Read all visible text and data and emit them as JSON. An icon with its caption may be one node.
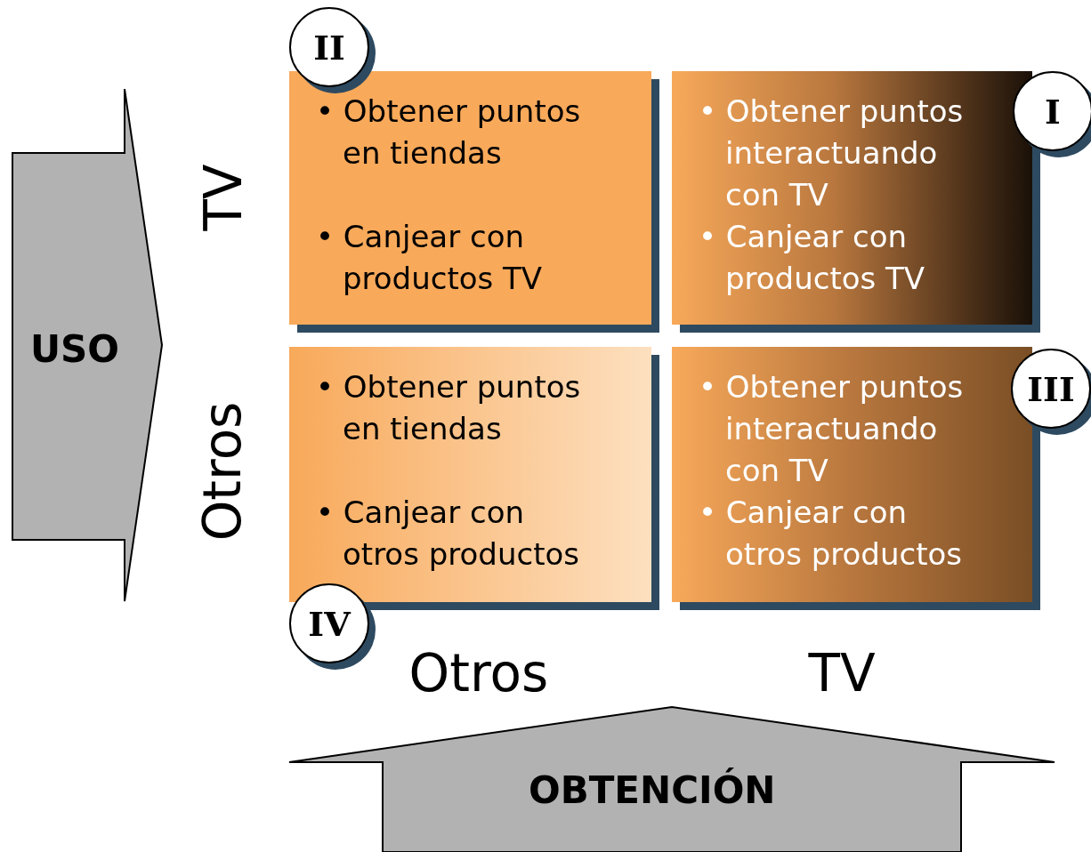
{
  "diagram": {
    "nodes": [
      {
        "text": [
          "USO"
        ]
      },
      {
        "text": [
          "II"
        ]
      },
      {
        "text": [
          "• Obtener puntos en tiendas",
          "• Canjear con productos TV"
        ]
      },
      {
        "text": [
          "• Obtener puntos interactuando con TV",
          "• Canjear con productos TV"
        ]
      },
      {
        "text": [
          "I"
        ]
      },
      {
        "text": [
          "• Obtener puntos en tiendas",
          "• Canjear con otros productos"
        ]
      },
      {
        "text": [
          "• Obtener puntos interactuando con TV",
          "• Canjear con otros productos"
        ]
      },
      {
        "text": [
          "III"
        ]
      },
      {
        "text": [
          "IV"
        ]
      },
      {
        "text": [
          "OBTENCIÓN"
        ]
      }
    ],
    "edges": [],
    "labels": [
      "TV",
      "Otros",
      "Otros",
      "TV"
    ]
  }
}
